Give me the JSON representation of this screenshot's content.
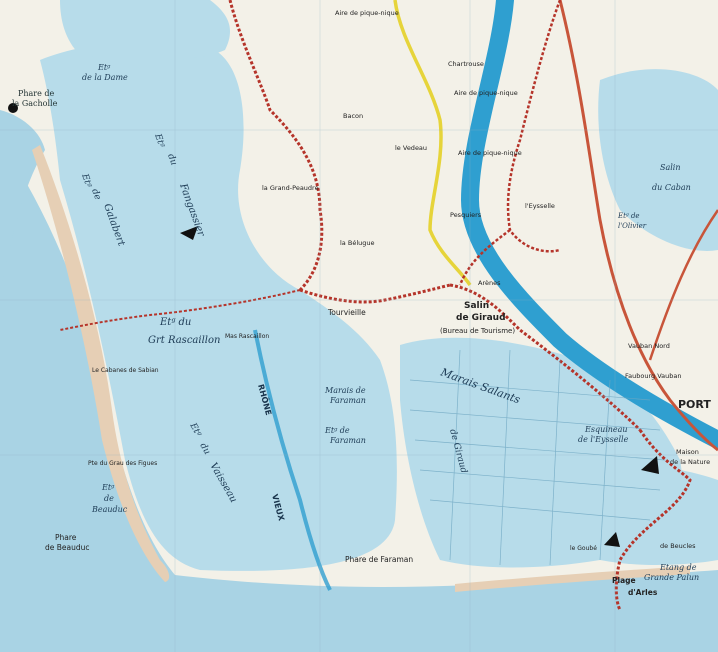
{
  "map": {
    "colors": {
      "sea": "#a9d3e4",
      "lagoon": "#b7dcea",
      "land": "#f3f1e8",
      "beach": "#e6cfb5",
      "rhone": "#2f9fd0",
      "red_path": "#b5342a",
      "road_yellow": "#e6d43a",
      "road_red": "#c8553a"
    },
    "labels": {
      "phare_gachole_1": "Phare de",
      "phare_gachole_2": "la Gacholle",
      "et_dame_1": "Etᵍ",
      "et_dame_2": "de la Dame",
      "et_galabert_1": "Etᵍ",
      "et_galabert_2": "de",
      "et_galabert_3": "Galabert",
      "et_fangassier_1": "Etᵍ",
      "et_fangassier_2": "du",
      "et_fangassier_3": "Fangassier",
      "et_rascaillon_1": "Etᵍ du",
      "et_rascaillon_2": "Grt Rascaillon",
      "et_vaisseau_1": "Etᵍ",
      "et_vaisseau_2": "du",
      "et_vaisseau_3": "Vaisseau",
      "et_beaouc_1": "Etᵍ",
      "et_beaouc_2": "de",
      "et_beaouc_3": "Beauduc",
      "phare_beauduc_1": "Phare",
      "phare_beauduc_2": "de Beauduc",
      "rhone": "RHÔNE",
      "vieux": "VIEUX",
      "marais_faraman_1": "Marais de",
      "marais_faraman_2": "Faraman",
      "et_faraman_1": "Etᵍ de",
      "et_faraman_2": "Faraman",
      "phare_faraman": "Phare de Faraman",
      "marais_salants": "Marais Salants",
      "de_giraud": "de Giraud",
      "salin_giraud_1": "Salin",
      "salin_giraud_2": "de Giraud",
      "bureau_tourisme": "(Bureau de Tourisme)",
      "tourvieille": "Tourvieille",
      "pesquiere": "Pesquiers",
      "aire_pique_nique_1": "Aire de pique-nique",
      "aire_pique_nique_2": "Aire de pique-nique",
      "aire_pique_nique_3": "Aire de pique-nique",
      "chartrouse": "Chartrouse",
      "bacon": "Bacon",
      "vedeau": "le Vedeau",
      "grand_peaudre": "la Grand-Peaudre",
      "beluga": "la Bélugue",
      "raskaillou_mas": "Mas Rascaillon",
      "mas_sabian": "Le Cabanes de Sabian",
      "gras_figues": "Pte du Grau des Figues",
      "salin_caban_1": "Salin",
      "salin_caban_2": "du Caban",
      "et_olivier_1": "Etᵍ de",
      "et_olivier_2": "l'Olivier",
      "esquineau_1": "Esquineau",
      "esquineau_2": "de l'Eysselle",
      "vauban": "Vauban Nord",
      "faubourg": "Faubourg Vauban",
      "port": "PORT",
      "maison_nature_1": "Maison",
      "maison_nature_2": "de la Nature",
      "etang_palun_1": "Etang de",
      "etang_palun_2": "Grande Palun",
      "plage_arles_1": "Plage",
      "plage_arles_2": "d'Arles",
      "eysselle": "l'Eysselle",
      "arenes": "Arènes",
      "gourbe": "le Goubé",
      "beaudes": "de Beucles"
    }
  }
}
